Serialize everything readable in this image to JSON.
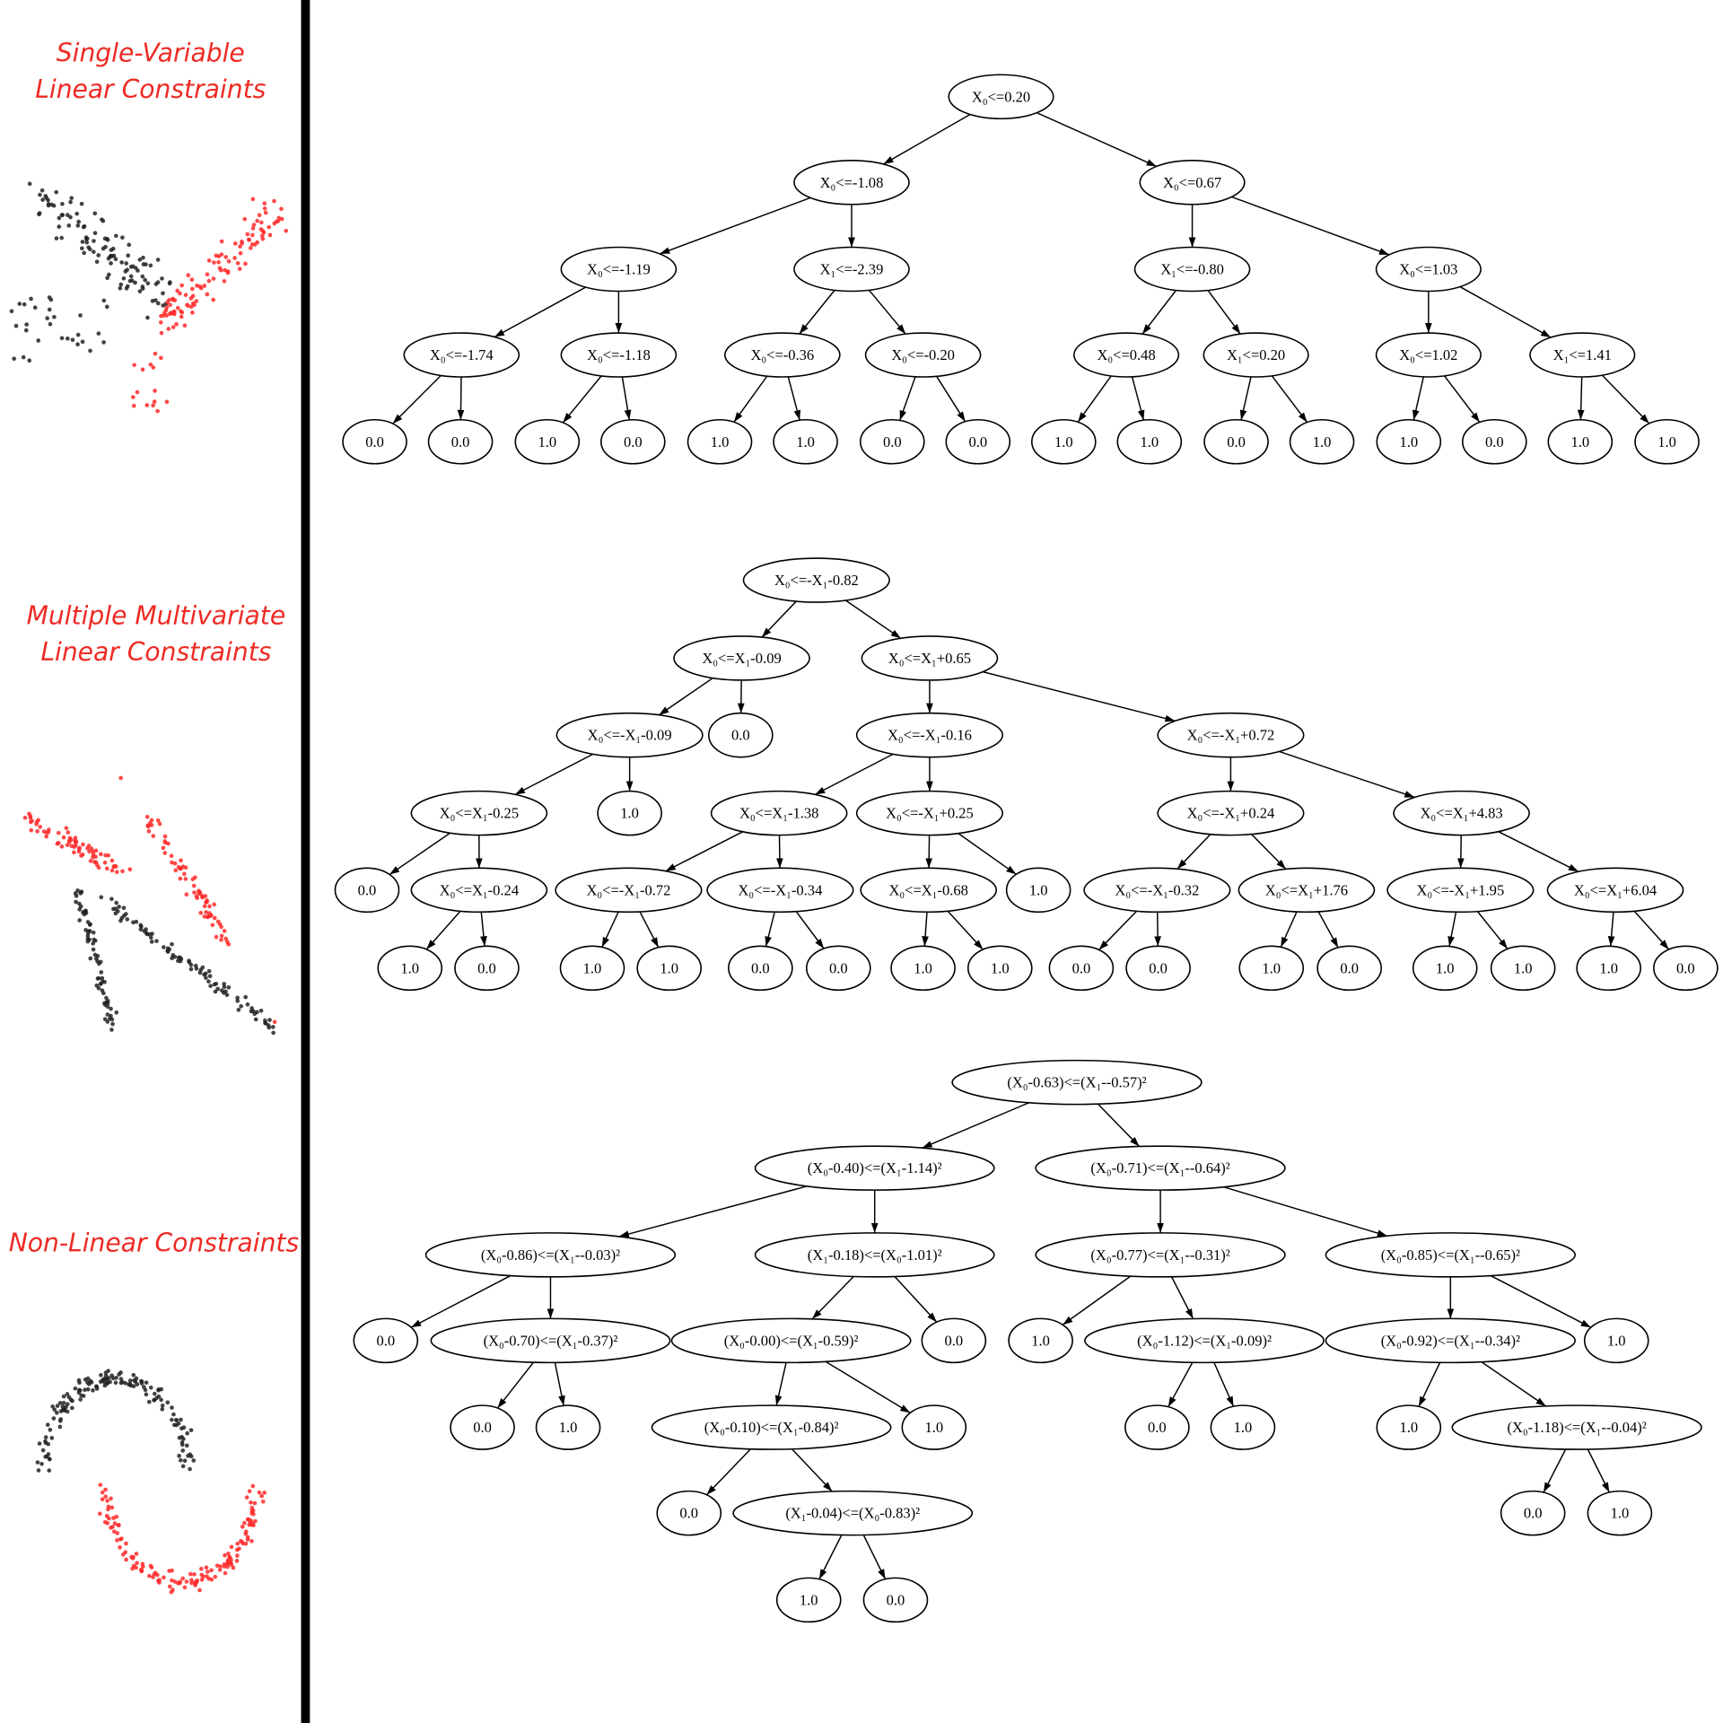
{
  "panels": [
    {
      "title_lines": [
        "Single-Variable",
        "Linear Constraints"
      ],
      "tree": {
        "nodes": [
          {
            "label": "X₀<=0.20",
            "parent": null
          },
          {
            "label": "X₀<=-1.08",
            "parent": 0
          },
          {
            "label": "X₀<=0.67",
            "parent": 0
          },
          {
            "label": "X₀<=-1.19",
            "parent": 1
          },
          {
            "label": "X₁<=-2.39",
            "parent": 1
          },
          {
            "label": "X₁<=-0.80",
            "parent": 2
          },
          {
            "label": "X₀<=1.03",
            "parent": 2
          },
          {
            "label": "X₀<=-1.74",
            "parent": 3
          },
          {
            "label": "X₀<=-1.18",
            "parent": 3
          },
          {
            "label": "X₀<=-0.36",
            "parent": 4
          },
          {
            "label": "X₀<=-0.20",
            "parent": 4
          },
          {
            "label": "X₀<=0.48",
            "parent": 5
          },
          {
            "label": "X₁<=0.20",
            "parent": 5
          },
          {
            "label": "X₀<=1.02",
            "parent": 6
          },
          {
            "label": "X₁<=1.41",
            "parent": 6
          },
          {
            "label": "0.0",
            "parent": 7
          },
          {
            "label": "0.0",
            "parent": 7
          },
          {
            "label": "1.0",
            "parent": 8
          },
          {
            "label": "0.0",
            "parent": 8
          },
          {
            "label": "1.0",
            "parent": 9
          },
          {
            "label": "1.0",
            "parent": 9
          },
          {
            "label": "0.0",
            "parent": 10
          },
          {
            "label": "0.0",
            "parent": 10
          },
          {
            "label": "1.0",
            "parent": 11
          },
          {
            "label": "1.0",
            "parent": 11
          },
          {
            "label": "0.0",
            "parent": 12
          },
          {
            "label": "1.0",
            "parent": 12
          },
          {
            "label": "1.0",
            "parent": 13
          },
          {
            "label": "0.0",
            "parent": 13
          },
          {
            "label": "1.0",
            "parent": 14
          },
          {
            "label": "1.0",
            "parent": 14
          }
        ]
      }
    },
    {
      "title_lines": [
        "Multiple Multivariate",
        "Linear Constraints"
      ],
      "tree": {
        "nodes": [
          {
            "label": "X₀<=-X₁-0.82",
            "parent": null
          },
          {
            "label": "X₀<=X₁-0.09",
            "parent": 0
          },
          {
            "label": "X₀<=X₁+0.65",
            "parent": 0
          },
          {
            "label": "X₀<=-X₁-0.09",
            "parent": 1
          },
          {
            "label": "0.0",
            "parent": 1
          },
          {
            "label": "X₀<=-X₁-0.16",
            "parent": 2
          },
          {
            "label": "X₀<=-X₁+0.72",
            "parent": 2
          },
          {
            "label": "X₀<=X₁-0.25",
            "parent": 3
          },
          {
            "label": "1.0",
            "parent": 3
          },
          {
            "label": "X₀<=X₁-1.38",
            "parent": 5
          },
          {
            "label": "X₀<=-X₁+0.25",
            "parent": 5
          },
          {
            "label": "X₀<=-X₁+0.24",
            "parent": 6
          },
          {
            "label": "X₀<=X₁+4.83",
            "parent": 6
          },
          {
            "label": "0.0",
            "parent": 7
          },
          {
            "label": "X₀<=X₁-0.24",
            "parent": 7
          },
          {
            "label": "X₀<=-X₁-0.72",
            "parent": 9
          },
          {
            "label": "X₀<=-X₁-0.34",
            "parent": 9
          },
          {
            "label": "X₀<=X₁-0.68",
            "parent": 10
          },
          {
            "label": "1.0",
            "parent": 10
          },
          {
            "label": "X₀<=-X₁-0.32",
            "parent": 11
          },
          {
            "label": "X₀<=X₁+1.76",
            "parent": 11
          },
          {
            "label": "X₀<=-X₁+1.95",
            "parent": 12
          },
          {
            "label": "X₀<=X₁+6.04",
            "parent": 12
          },
          {
            "label": "1.0",
            "parent": 14
          },
          {
            "label": "0.0",
            "parent": 14
          },
          {
            "label": "1.0",
            "parent": 15
          },
          {
            "label": "1.0",
            "parent": 15
          },
          {
            "label": "0.0",
            "parent": 16
          },
          {
            "label": "0.0",
            "parent": 16
          },
          {
            "label": "1.0",
            "parent": 17
          },
          {
            "label": "1.0",
            "parent": 17
          },
          {
            "label": "0.0",
            "parent": 19
          },
          {
            "label": "0.0",
            "parent": 19
          },
          {
            "label": "1.0",
            "parent": 20
          },
          {
            "label": "0.0",
            "parent": 20
          },
          {
            "label": "1.0",
            "parent": 21
          },
          {
            "label": "1.0",
            "parent": 21
          },
          {
            "label": "1.0",
            "parent": 22
          },
          {
            "label": "0.0",
            "parent": 22
          }
        ]
      }
    },
    {
      "title_lines": [
        "Non-Linear Constraints"
      ],
      "tree": {
        "nodes": [
          {
            "label": "(X₀-0.63)<=(X₁--0.57)²",
            "parent": null
          },
          {
            "label": "(X₀-0.40)<=(X₁-1.14)²",
            "parent": 0
          },
          {
            "label": "(X₀-0.71)<=(X₁--0.64)²",
            "parent": 0
          },
          {
            "label": "(X₀-0.86)<=(X₁--0.03)²",
            "parent": 1
          },
          {
            "label": "(X₁-0.18)<=(X₀-1.01)²",
            "parent": 1
          },
          {
            "label": "(X₀-0.77)<=(X₁--0.31)²",
            "parent": 2
          },
          {
            "label": "(X₀-0.85)<=(X₁--0.65)²",
            "parent": 2
          },
          {
            "label": "0.0",
            "parent": 3
          },
          {
            "label": "(X₀-0.70)<=(X₁-0.37)²",
            "parent": 3
          },
          {
            "label": "(X₀-0.00)<=(X₁-0.59)²",
            "parent": 4
          },
          {
            "label": "0.0",
            "parent": 4
          },
          {
            "label": "1.0",
            "parent": 5
          },
          {
            "label": "(X₀-1.12)<=(X₁-0.09)²",
            "parent": 5
          },
          {
            "label": "(X₀-0.92)<=(X₁--0.34)²",
            "parent": 6
          },
          {
            "label": "1.0",
            "parent": 6
          },
          {
            "label": "0.0",
            "parent": 8
          },
          {
            "label": "1.0",
            "parent": 8
          },
          {
            "label": "(X₀-0.10)<=(X₁-0.84)²",
            "parent": 9
          },
          {
            "label": "1.0",
            "parent": 9
          },
          {
            "label": "0.0",
            "parent": 12
          },
          {
            "label": "1.0",
            "parent": 12
          },
          {
            "label": "1.0",
            "parent": 13
          },
          {
            "label": "(X₀-1.18)<=(X₁--0.04)²",
            "parent": 13
          },
          {
            "label": "0.0",
            "parent": 17
          },
          {
            "label": "(X₁-0.04)<=(X₀-0.83)²",
            "parent": 17
          },
          {
            "label": "0.0",
            "parent": 22
          },
          {
            "label": "1.0",
            "parent": 22
          },
          {
            "label": "1.0",
            "parent": 24
          },
          {
            "label": "0.0",
            "parent": 24
          }
        ]
      }
    }
  ],
  "colors": {
    "class_0": "#222222",
    "class_1": "#ff2a2a",
    "title": "#ee2a24"
  }
}
